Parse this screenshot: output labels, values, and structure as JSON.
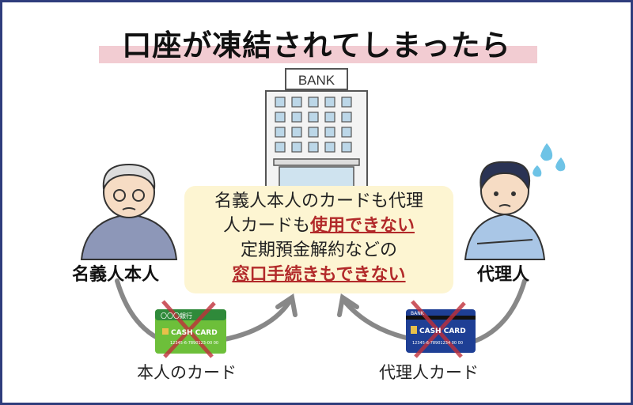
{
  "title": "口座が凍結されてしまったら",
  "bank_sign": "BANK",
  "message": {
    "line1": "名義人本人のカードも代理",
    "line2_plain": "人カードも",
    "line2_emph": "使用できない",
    "line3": "定期預金解約などの",
    "line4_emph": "窓口手続きもできない"
  },
  "people": {
    "holder_label": "名義人本人",
    "agent_label": "代理人"
  },
  "cards": {
    "holder_card": {
      "label": "本人のカード",
      "bank": "〇〇〇銀行",
      "text": "CASH CARD",
      "number": "12345-6-7890123-00 00",
      "color": "#6dbf3a"
    },
    "agent_card": {
      "label": "代理人カード",
      "bank": "BANK",
      "text": "CASH CARD",
      "number": "12345-6-78901234 00 00",
      "color": "#1e3f95"
    }
  },
  "colors": {
    "accent_red": "#b22a2a",
    "highlight": "#f2ccd2",
    "box_bg": "#fdf5d2",
    "frame": "#2f3d7c"
  }
}
